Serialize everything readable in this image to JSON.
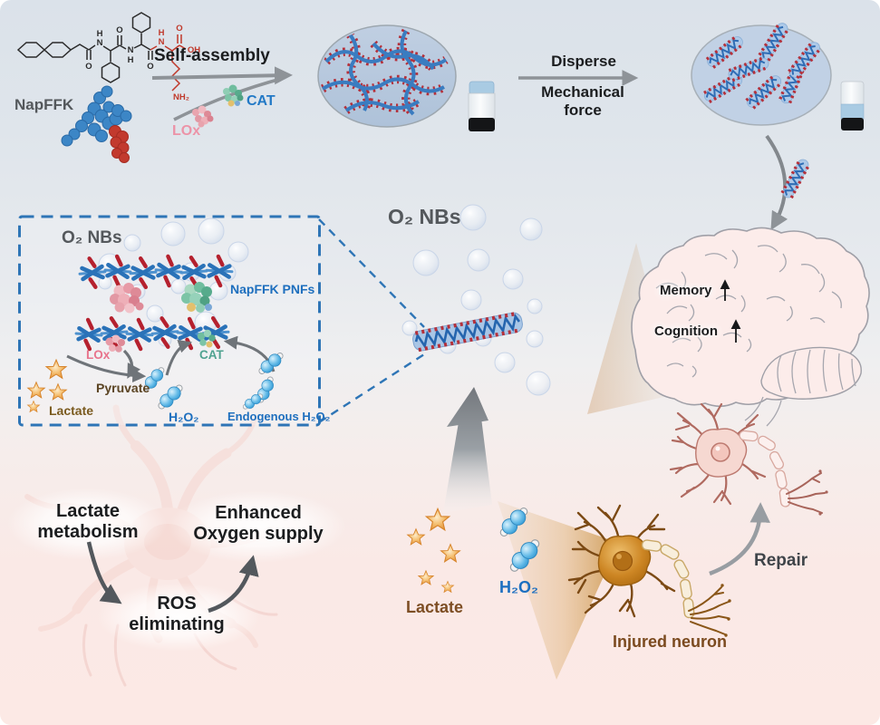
{
  "top": {
    "napffk": "NapFFK",
    "self_assembly": "Self-assembly",
    "lox": "LOx",
    "cat": "CAT",
    "disperse": "Disperse",
    "mechanical": "Mechanical",
    "force": "force"
  },
  "chem": {
    "n": "N",
    "h": "H",
    "o": "O",
    "oh": "OH",
    "nh2": "NH₂"
  },
  "inset": {
    "o2_nbs": "O₂ NBs",
    "napffk_pnfs": "NapFFK PNFs",
    "lox": "LOx",
    "cat": "CAT",
    "lactate": "Lactate",
    "pyruvate": "Pyruvate",
    "h2o2": "H₂O₂",
    "endogenous_h2o2": "Endogenous H₂O₂"
  },
  "center": {
    "o2_nbs": "O₂ NBs"
  },
  "brain": {
    "memory": "Memory",
    "cognition": "Cognition",
    "up_arrow": "↑"
  },
  "cycle": {
    "lactate_line1": "Lactate",
    "lactate_line2": "metabolism",
    "oxygen_line1": "Enhanced",
    "oxygen_line2": "Oxygen supply",
    "ros_line1": "ROS",
    "ros_line2": "eliminating"
  },
  "bottom": {
    "lactate": "Lactate",
    "h2o2": "H₂O₂",
    "injured_neuron": "Injured neuron",
    "repair": "Repair"
  },
  "colors": {
    "background_top": "#dbe2ea",
    "background_bottom": "#fce9e5",
    "accent_blue": "#1e6fbe",
    "lox_pink": "#ec93a7",
    "cat_teal": "#4fa290",
    "fiber_blue": "#2f6db5",
    "fiber_red": "#b5303a",
    "lactate_brown": "#7d4e24",
    "inset_border_blue": "#2e75b6",
    "arrow_gray": "#8e9398",
    "star_orange": "#e8973c",
    "h2o2_blue": "#4aa8de"
  },
  "icons": {
    "vial": "sample-vial-icon",
    "star": "lactate-star-icon",
    "molecule": "h2o2-molecule-icon",
    "bubble": "oxygen-nanobubble-icon",
    "fiber": "peptide-nanofiber-icon",
    "lox_enzyme": "lox-enzyme-icon",
    "cat_enzyme": "cat-enzyme-icon",
    "brain": "brain-icon",
    "neuron": "neuron-icon"
  }
}
